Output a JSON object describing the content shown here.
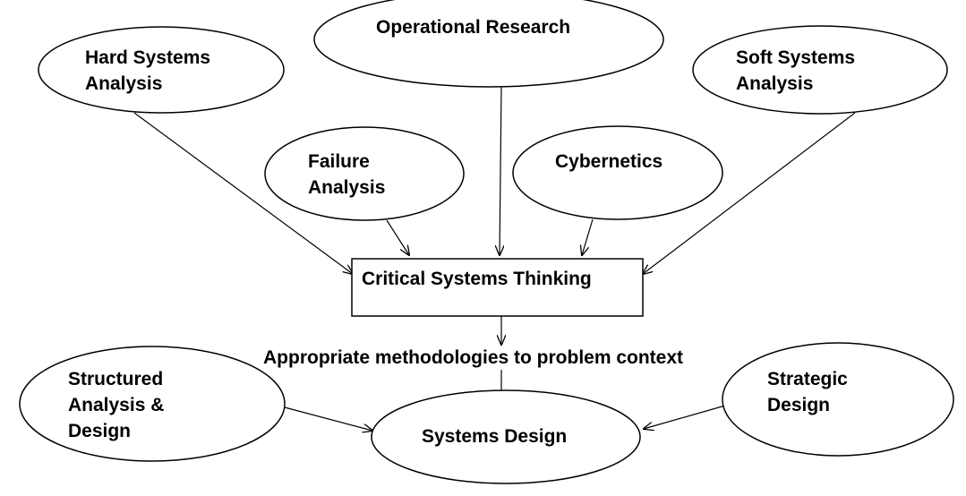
{
  "diagram": {
    "nodes": {
      "operational_research": {
        "line1": "Operational Research"
      },
      "hard_systems_analysis": {
        "line1": "Hard Systems",
        "line2": "Analysis"
      },
      "soft_systems_analysis": {
        "line1": "Soft Systems",
        "line2": "Analysis"
      },
      "failure_analysis": {
        "line1": "Failure",
        "line2": "Analysis"
      },
      "cybernetics": {
        "line1": "Cybernetics"
      },
      "critical_systems_thinking": {
        "line1": "Critical Systems Thinking"
      },
      "structured_analysis_design": {
        "line1": "Structured",
        "line2": "Analysis &",
        "line3": "Design"
      },
      "strategic_design": {
        "line1": "Strategic",
        "line2": "Design"
      },
      "systems_design": {
        "line1": "Systems Design"
      }
    },
    "edge_label": "Appropriate methodologies to problem context",
    "edges": [
      {
        "from": "Hard Systems Analysis",
        "to": "Critical Systems Thinking"
      },
      {
        "from": "Failure Analysis",
        "to": "Critical Systems Thinking"
      },
      {
        "from": "Operational Research",
        "to": "Critical Systems Thinking"
      },
      {
        "from": "Cybernetics",
        "to": "Critical Systems Thinking"
      },
      {
        "from": "Soft Systems Analysis",
        "to": "Critical Systems Thinking"
      },
      {
        "from": "Critical Systems Thinking",
        "to": "Systems Design"
      },
      {
        "from": "Structured Analysis & Design",
        "to": "Systems Design"
      },
      {
        "from": "Strategic Design",
        "to": "Systems Design"
      }
    ],
    "colors": {
      "stroke": "#000000",
      "fill": "#ffffff",
      "text": "#000000"
    }
  }
}
